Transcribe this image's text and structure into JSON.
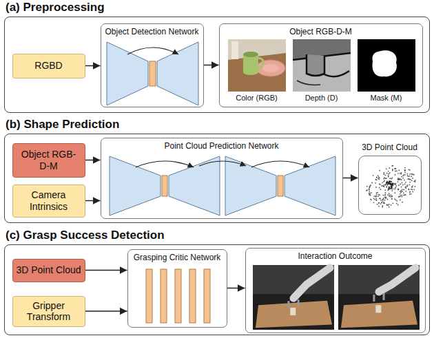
{
  "diagram": {
    "nodes": [
      {
        "text": [
          "(a) Preprocessing"
        ]
      },
      {
        "text": [
          "RGBD"
        ],
        "in": 0
      },
      {
        "text": [
          "Object Detection Network"
        ],
        "in": 0
      },
      {
        "text": [
          "Object RGB-D-M"
        ],
        "in": 0
      },
      {
        "text": [
          "(b) Shape Prediction"
        ]
      },
      {
        "text": [
          "Object RGB-D-M"
        ],
        "in": 4
      },
      {
        "text": [
          "Camera Intrinsics"
        ],
        "in": 4
      },
      {
        "text": [
          "Point Cloud Prediction Network"
        ],
        "in": 4
      },
      {
        "text": [
          "3D Point Cloud"
        ],
        "in": 4
      },
      {
        "text": [
          "(c) Grasp Success Detection"
        ]
      },
      {
        "text": [
          "3D Point Cloud"
        ],
        "in": 9
      },
      {
        "text": [
          "Gripper Transform"
        ],
        "in": 9
      },
      {
        "text": [
          "Grasping Critic Network"
        ],
        "in": 9
      },
      {
        "text": [
          "Interaction Outcome"
        ],
        "in": 9
      }
    ],
    "edges": [
      {
        "from": 1,
        "to": 2,
        "arrow": "to"
      },
      {
        "from": 2,
        "to": 3,
        "arrow": "to"
      },
      {
        "from": 5,
        "to": 7,
        "arrow": "to"
      },
      {
        "from": 6,
        "to": 7,
        "arrow": "to"
      },
      {
        "from": 7,
        "to": 8,
        "arrow": "to"
      },
      {
        "from": 10,
        "to": 12,
        "arrow": "to"
      },
      {
        "from": 11,
        "to": 12,
        "arrow": "to"
      },
      {
        "from": 12,
        "to": 13,
        "arrow": "to"
      }
    ],
    "labels": [
      "Color (RGB)",
      "Depth (D)",
      "Mask (M)"
    ]
  }
}
